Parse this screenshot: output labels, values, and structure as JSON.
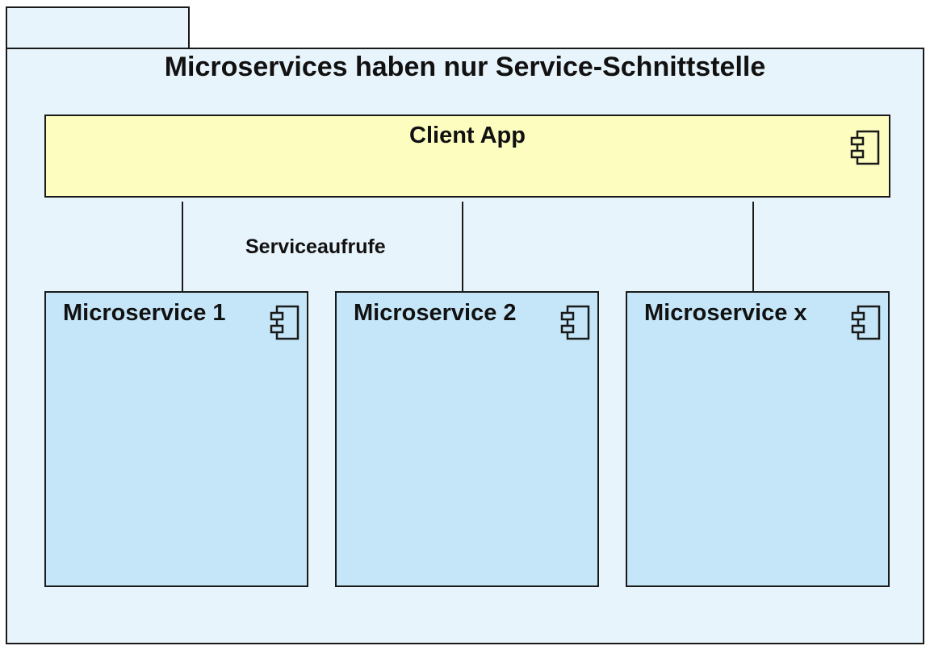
{
  "package": {
    "title": "Microservices haben nur Service-Schnittstelle"
  },
  "client": {
    "name": "Client App",
    "icon": "uml-component-icon"
  },
  "connector": {
    "label": "Serviceaufrufe"
  },
  "services": [
    {
      "name": "Microservice 1",
      "icon": "uml-component-icon"
    },
    {
      "name": "Microservice 2",
      "icon": "uml-component-icon"
    },
    {
      "name": "Microservice x",
      "icon": "uml-component-icon"
    }
  ],
  "colors": {
    "package_fill": "#e8f4fb",
    "client_fill": "#fdfdc0",
    "service_fill": "#c5e6f8",
    "stroke": "#1a1a1a"
  }
}
